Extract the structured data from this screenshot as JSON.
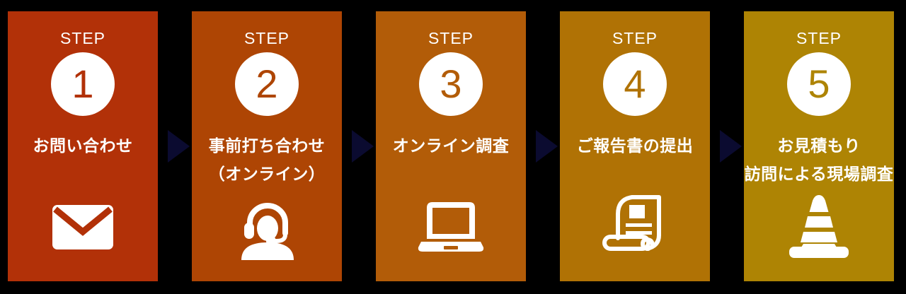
{
  "colors": {
    "background": "#000000",
    "arrow": "#0b0b30",
    "text": "#ffffff"
  },
  "steps": [
    {
      "step_word": "STEP",
      "number": "1",
      "lines": [
        "お問い合わせ"
      ],
      "color": "#b23108",
      "icon": "envelope-icon"
    },
    {
      "step_word": "STEP",
      "number": "2",
      "lines": [
        "事前打ち合わせ",
        "（オンライン）"
      ],
      "color": "#ae4504",
      "icon": "headset-operator-icon"
    },
    {
      "step_word": "STEP",
      "number": "3",
      "lines": [
        "オンライン調査"
      ],
      "color": "#b25c08",
      "icon": "laptop-icon"
    },
    {
      "step_word": "STEP",
      "number": "4",
      "lines": [
        "ご報告書の提出"
      ],
      "color": "#b07205",
      "icon": "report-scroll-icon"
    },
    {
      "step_word": "STEP",
      "number": "5",
      "lines": [
        "お見積もり",
        "訪問による現場調査"
      ],
      "color": "#ae8404",
      "icon": "traffic-cone-icon"
    }
  ]
}
